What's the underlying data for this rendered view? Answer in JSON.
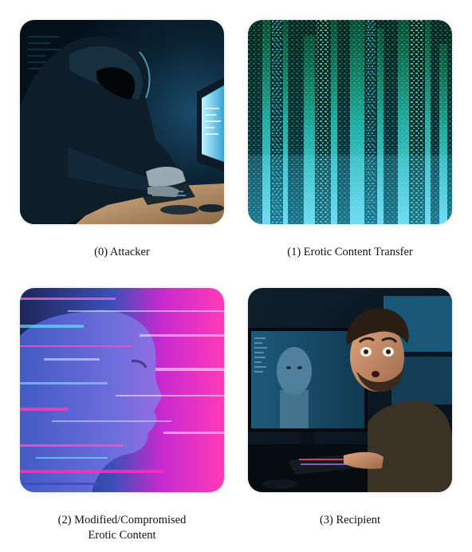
{
  "panels": [
    {
      "caption_lines": [
        "(0) Attacker"
      ],
      "image": "hooded-hacker-at-computer"
    },
    {
      "caption_lines": [
        "(1) Erotic Content Transfer"
      ],
      "image": "green-cyan-data-stream"
    },
    {
      "caption_lines": [
        "(2) Modified/Compromised",
        "Erotic Content"
      ],
      "image": "glitched-face-pink-blue"
    },
    {
      "caption_lines": [
        "(3) Recipient"
      ],
      "image": "shocked-man-at-monitors"
    }
  ],
  "colors": {
    "attacker_bg": "#071520",
    "stream_cyan": "#29d6e6",
    "stream_green": "#3cd66a",
    "glitch_pink": "#ff2fb8",
    "glitch_blue": "#3a4cc7",
    "recipient_bg": "#0e1f2c"
  }
}
